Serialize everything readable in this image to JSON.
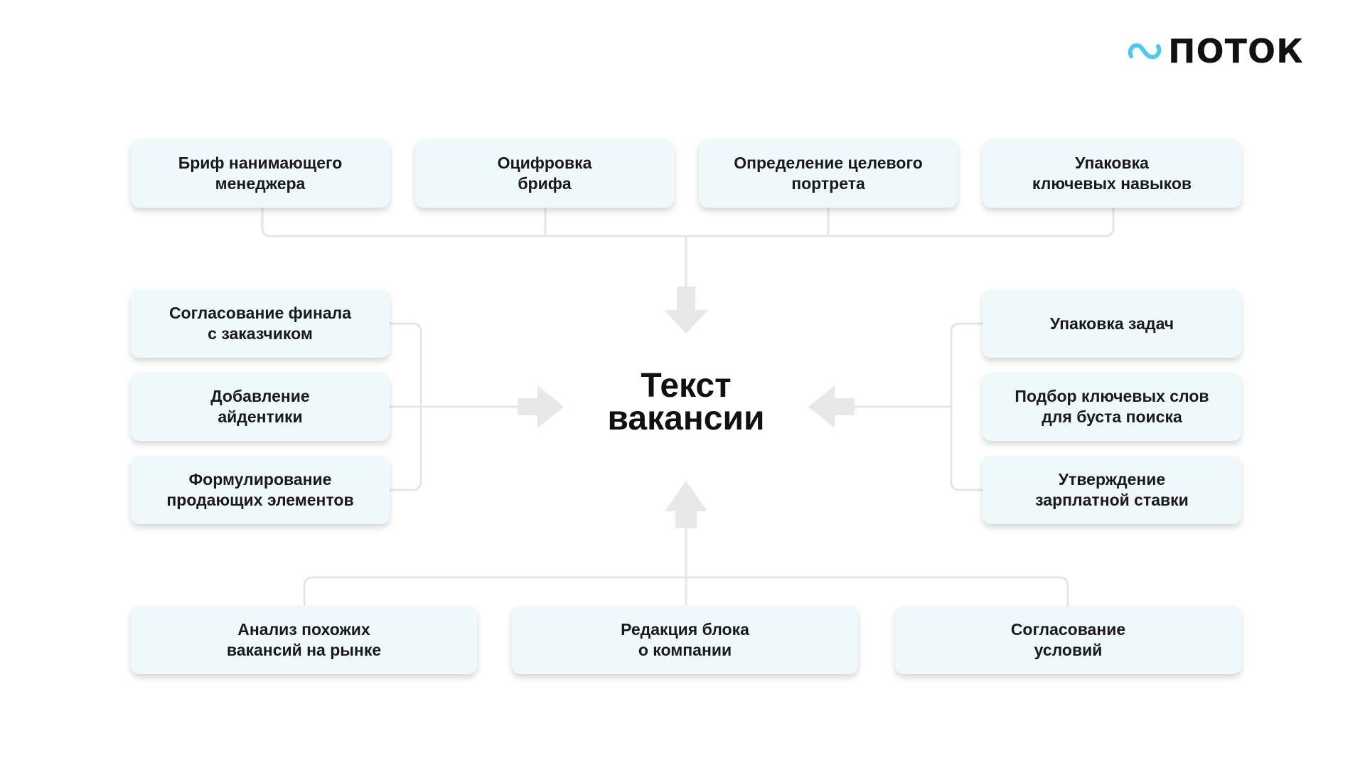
{
  "logo": {
    "text": "ПОТОК",
    "mark_icon": "infinity-swirl-icon",
    "mark_color": "#4dc9ee"
  },
  "center": {
    "lines": [
      "Текст",
      "вакансии"
    ]
  },
  "top_blocks": [
    {
      "lines": [
        "Бриф нанимающего",
        "менеджера"
      ]
    },
    {
      "lines": [
        "Оцифровка",
        "брифа"
      ]
    },
    {
      "lines": [
        "Определение целевого",
        "портрета"
      ]
    },
    {
      "lines": [
        "Упаковка",
        "ключевых навыков"
      ]
    }
  ],
  "left_blocks": [
    {
      "lines": [
        "Согласование финала",
        "с заказчиком"
      ]
    },
    {
      "lines": [
        "Добавление",
        "айдентики"
      ]
    },
    {
      "lines": [
        "Формулирование",
        "продающих элементов"
      ]
    }
  ],
  "right_blocks": [
    {
      "lines": [
        "Упаковка задач"
      ]
    },
    {
      "lines": [
        "Подбор ключевых слов",
        "для буста поиска"
      ]
    },
    {
      "lines": [
        "Утверждение",
        "зарплатной ставки"
      ]
    }
  ],
  "bottom_blocks": [
    {
      "lines": [
        "Анализ похожих",
        "вакансий на рынке"
      ]
    },
    {
      "lines": [
        "Редакция блока",
        "о компании"
      ]
    },
    {
      "lines": [
        "Согласование",
        "условий"
      ]
    }
  ],
  "colors": {
    "box_fill": "#eff8fb",
    "connector": "#e6e6e6",
    "arrow": "#e8e8e8",
    "text": "#111111"
  }
}
